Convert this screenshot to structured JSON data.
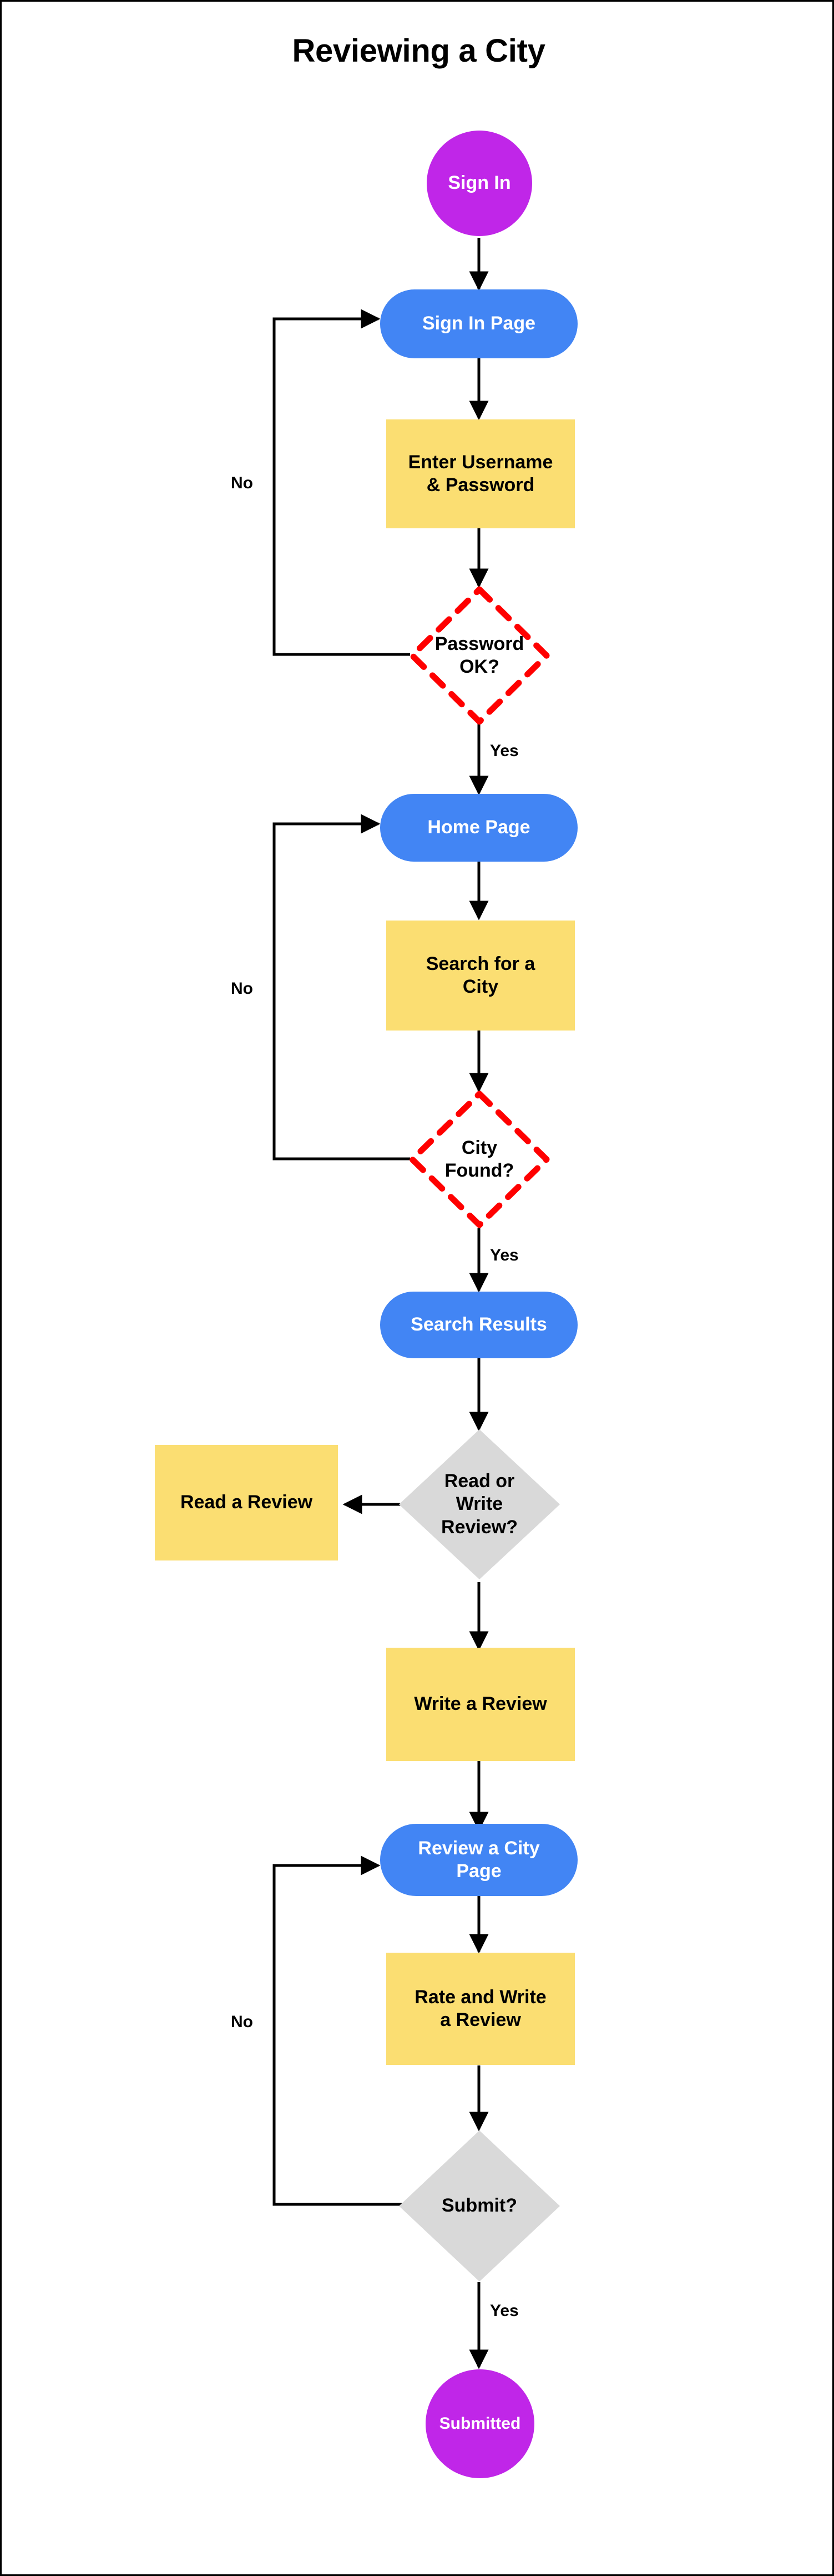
{
  "diagram": {
    "title": "Reviewing a City",
    "type": "flowchart",
    "orientation": "top-to-bottom",
    "colors": {
      "terminator": "#C026E8",
      "page": "#4285F4",
      "process": "#FBDE72",
      "decision_red_border": "#FF0000",
      "decision_gray_fill": "#D9D9D9",
      "connector": "#000000",
      "canvas": "#FFFFFF",
      "border": "#000000"
    },
    "nodes": [
      {
        "id": "start",
        "label": "Sign In",
        "shape": "ellipse",
        "role": "terminator"
      },
      {
        "id": "signin_page",
        "label": "Sign In Page",
        "shape": "rounded-rect",
        "role": "page"
      },
      {
        "id": "enter_creds",
        "label": "Enter Username\n& Password",
        "shape": "rect",
        "role": "process"
      },
      {
        "id": "password_ok",
        "label": "Password\nOK?",
        "shape": "diamond-dashed",
        "role": "decision"
      },
      {
        "id": "home_page",
        "label": "Home Page",
        "shape": "rounded-rect",
        "role": "page"
      },
      {
        "id": "search_city",
        "label": "Search for a\nCity",
        "shape": "rect",
        "role": "process"
      },
      {
        "id": "city_found",
        "label": "City\nFound?",
        "shape": "diamond-dashed",
        "role": "decision"
      },
      {
        "id": "search_results",
        "label": "Search Results",
        "shape": "rounded-rect",
        "role": "page"
      },
      {
        "id": "read_or_write",
        "label": "Read or\nWrite\nReview?",
        "shape": "diamond-solid",
        "role": "decision"
      },
      {
        "id": "read_review",
        "label": "Read a Review",
        "shape": "rect",
        "role": "process"
      },
      {
        "id": "write_review",
        "label": "Write a Review",
        "shape": "rect",
        "role": "process"
      },
      {
        "id": "review_page",
        "label": "Review a City\nPage",
        "shape": "rounded-rect",
        "role": "page"
      },
      {
        "id": "rate_write",
        "label": "Rate and Write\na Review",
        "shape": "rect",
        "role": "process"
      },
      {
        "id": "submit",
        "label": "Submit?",
        "shape": "diamond-solid",
        "role": "decision"
      },
      {
        "id": "end",
        "label": "Submitted",
        "shape": "ellipse",
        "role": "terminator"
      }
    ],
    "edges": [
      {
        "from": "start",
        "to": "signin_page",
        "label": ""
      },
      {
        "from": "signin_page",
        "to": "enter_creds",
        "label": ""
      },
      {
        "from": "enter_creds",
        "to": "password_ok",
        "label": ""
      },
      {
        "from": "password_ok",
        "to": "signin_page",
        "label": "No"
      },
      {
        "from": "password_ok",
        "to": "home_page",
        "label": "Yes"
      },
      {
        "from": "home_page",
        "to": "search_city",
        "label": ""
      },
      {
        "from": "search_city",
        "to": "city_found",
        "label": ""
      },
      {
        "from": "city_found",
        "to": "home_page",
        "label": "No"
      },
      {
        "from": "city_found",
        "to": "search_results",
        "label": "Yes"
      },
      {
        "from": "search_results",
        "to": "read_or_write",
        "label": ""
      },
      {
        "from": "read_or_write",
        "to": "read_review",
        "label": ""
      },
      {
        "from": "read_or_write",
        "to": "write_review",
        "label": ""
      },
      {
        "from": "write_review",
        "to": "review_page",
        "label": ""
      },
      {
        "from": "review_page",
        "to": "rate_write",
        "label": ""
      },
      {
        "from": "rate_write",
        "to": "submit",
        "label": ""
      },
      {
        "from": "submit",
        "to": "review_page",
        "label": "No"
      },
      {
        "from": "submit",
        "to": "end",
        "label": "Yes"
      }
    ],
    "edge_labels": {
      "password_no": "No",
      "password_yes": "Yes",
      "city_no": "No",
      "city_yes": "Yes",
      "submit_no": "No",
      "submit_yes": "Yes"
    },
    "node_text": {
      "start": "Sign In",
      "signin_page": "Sign In Page",
      "enter_creds_line1": "Enter Username",
      "enter_creds_line2": "& Password",
      "password_ok_line1": "Password",
      "password_ok_line2": "OK?",
      "home_page": "Home Page",
      "search_city_line1": "Search for a",
      "search_city_line2": "City",
      "city_found_line1": "City",
      "city_found_line2": "Found?",
      "search_results": "Search Results",
      "read_or_write_line1": "Read or",
      "read_or_write_line2": "Write",
      "read_or_write_line3": "Review?",
      "read_review": "Read a Review",
      "write_review": "Write a Review",
      "review_page_line1": "Review a City",
      "review_page_line2": "Page",
      "rate_write_line1": "Rate and Write",
      "rate_write_line2": "a Review",
      "submit": "Submit?",
      "end": "Submitted"
    }
  }
}
